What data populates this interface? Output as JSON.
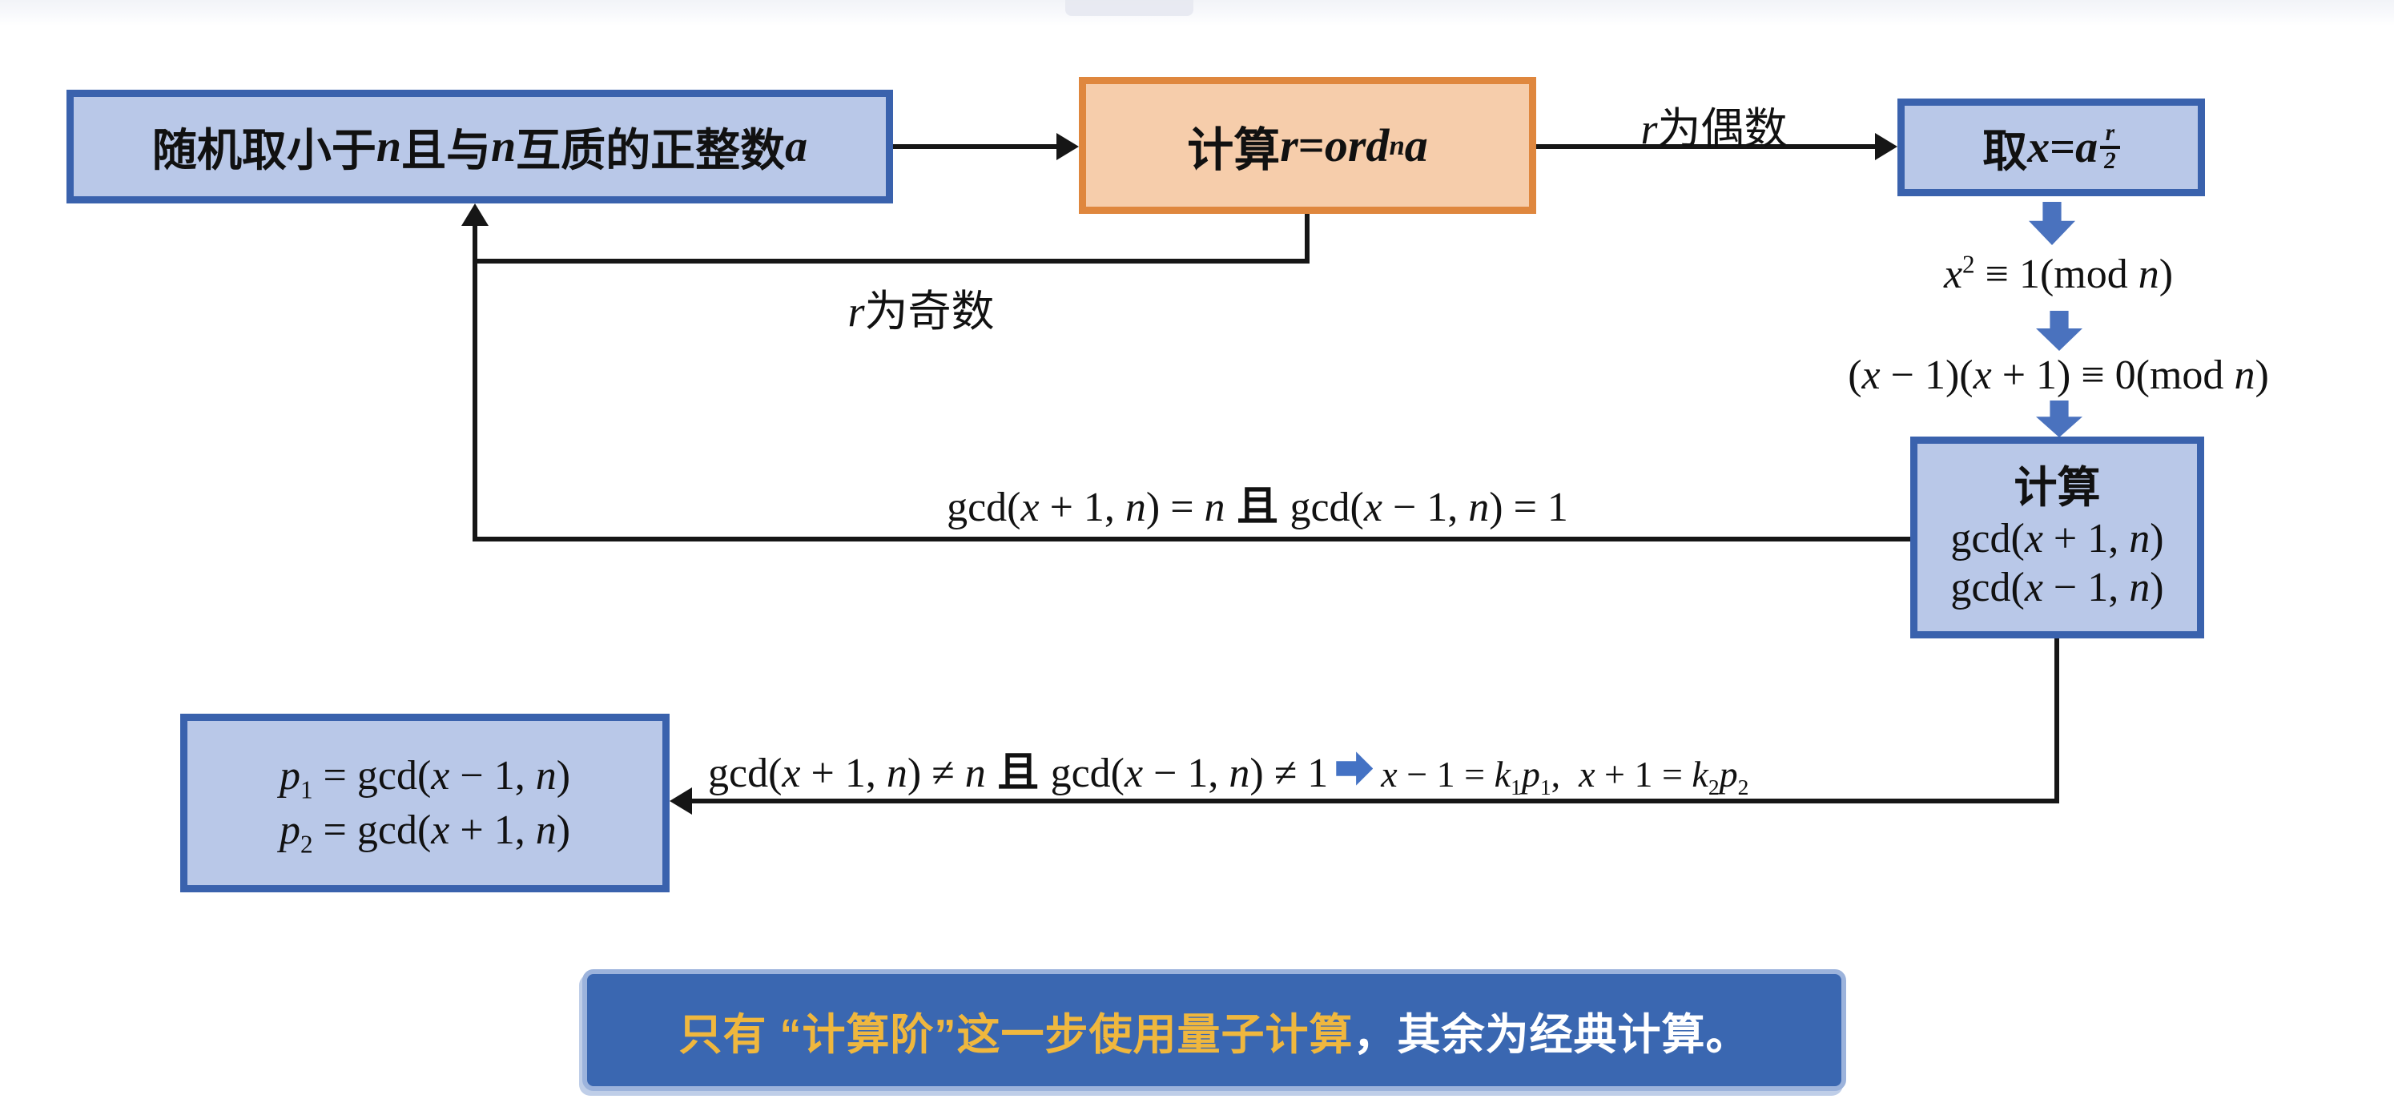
{
  "colors": {
    "box_fill_blue": "#b9c8e8",
    "box_border_blue": "#3a62ad",
    "box_fill_orange": "#f6cdab",
    "box_border_orange": "#df873e",
    "block_arrow_blue": "#4a72be",
    "banner_bg": "#3a67b1",
    "banner_border": "#9cb3dc",
    "banner_gold_text": "#efb73e",
    "line_black": "#161616"
  },
  "flow": {
    "box_random": {
      "parts": [
        "随机取小于 ",
        "n",
        " 且与 ",
        "n",
        " 互质的正整数 ",
        "a"
      ]
    },
    "box_order": {
      "prefix": "计算 ",
      "var_r": "r",
      "equals": " = ",
      "ord": "ord",
      "sub_n": "n",
      "var_a": "a"
    },
    "label_even": {
      "var": "r",
      "text": "为偶数"
    },
    "label_odd": {
      "var": "r",
      "text": "为奇数"
    },
    "box_take": {
      "prefix": "取 ",
      "var_x": "x",
      "equals": " = ",
      "base": "a",
      "frac_num": "r",
      "frac_den": "2"
    },
    "eq_square": {
      "parts": [
        "x",
        "2",
        " ≡ 1(mod ",
        "n",
        ")"
      ]
    },
    "eq_factor": {
      "parts": [
        "(",
        "x",
        " − 1)(",
        "x",
        " + 1) ≡ 0(mod ",
        "n",
        ")"
      ]
    },
    "box_gcd": {
      "title": "计算",
      "line1": [
        "gcd(",
        "x",
        " + 1, ",
        "n",
        ")"
      ],
      "line2": [
        "gcd(",
        "x",
        " − 1, ",
        "n",
        ")"
      ]
    },
    "label_loop_gcd": {
      "parts": [
        "gcd(",
        "x",
        " + 1, ",
        "n",
        ") = ",
        "n",
        " 且 ",
        "gcd(",
        "x",
        " − 1, ",
        "n",
        ") = 1"
      ]
    },
    "box_result": {
      "line1": [
        "p",
        "1",
        " = gcd(",
        "x",
        " − 1, ",
        "n",
        ")"
      ],
      "line2": [
        "p",
        "2",
        " = gcd(",
        "x",
        " + 1, ",
        "n",
        ")"
      ]
    },
    "label_branch": {
      "cond": [
        "gcd(",
        "x",
        " + 1, ",
        "n",
        ") ≠ ",
        "n",
        " 且 ",
        "gcd(",
        "x",
        " − 1, ",
        "n",
        ") ≠ 1"
      ],
      "cons": [
        "x",
        " − 1 = ",
        "k",
        "1",
        "p",
        "1",
        ",  ",
        "x",
        " + 1 = ",
        "k",
        "2",
        "p",
        "2"
      ]
    },
    "banner": {
      "highlight": "只有 “计算阶”这一步使用量子计算",
      "rest": "，其余为经典计算。"
    }
  }
}
